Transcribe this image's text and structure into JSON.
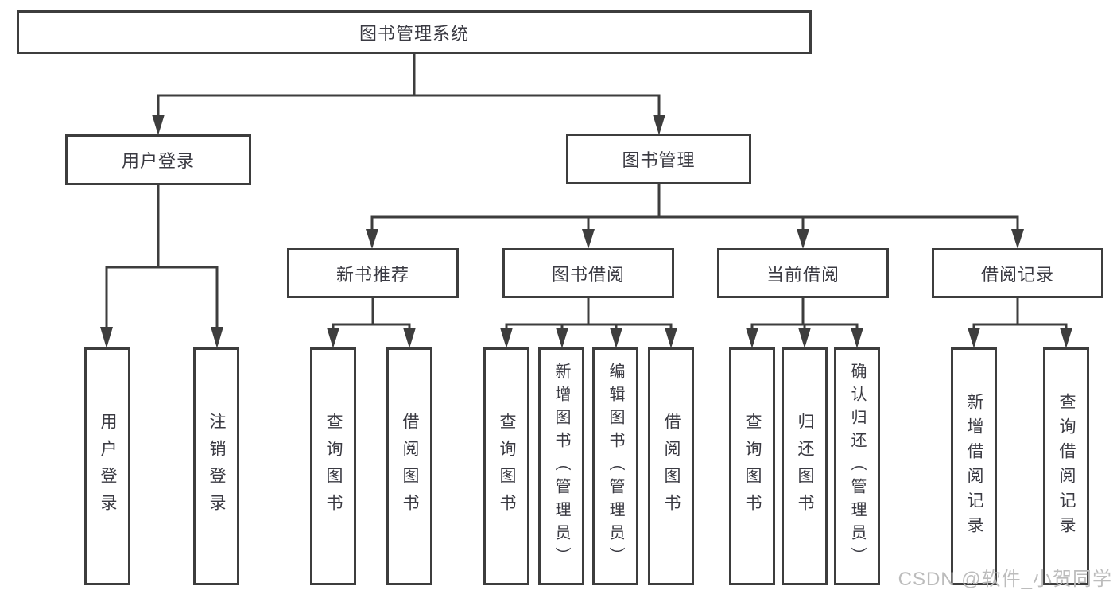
{
  "colors": {
    "line": "#3d3d3d",
    "text": "#3a3a42",
    "box_background": "#ffffff",
    "watermark": "#bcbcbc"
  },
  "root": {
    "label": "图书管理系统"
  },
  "level2": [
    {
      "label": "用户登录"
    },
    {
      "label": "图书管理"
    }
  ],
  "level3": [
    {
      "label": "新书推荐"
    },
    {
      "label": "图书借阅"
    },
    {
      "label": "当前借阅"
    },
    {
      "label": "借阅记录"
    }
  ],
  "level4": [
    {
      "label": "用户登录"
    },
    {
      "label": "注销登录"
    },
    {
      "label": "查询图书"
    },
    {
      "label": "借阅图书"
    },
    {
      "label": "查询图书"
    },
    {
      "label": "新增图书（管理员）"
    },
    {
      "label": "编辑图书（管理员）"
    },
    {
      "label": "借阅图书"
    },
    {
      "label": "查询图书"
    },
    {
      "label": "归还图书"
    },
    {
      "label": "确认归还（管理员）"
    },
    {
      "label": "新增借阅记录"
    },
    {
      "label": "查询借阅记录"
    }
  ],
  "watermark": "CSDN @软件_小贺同学"
}
